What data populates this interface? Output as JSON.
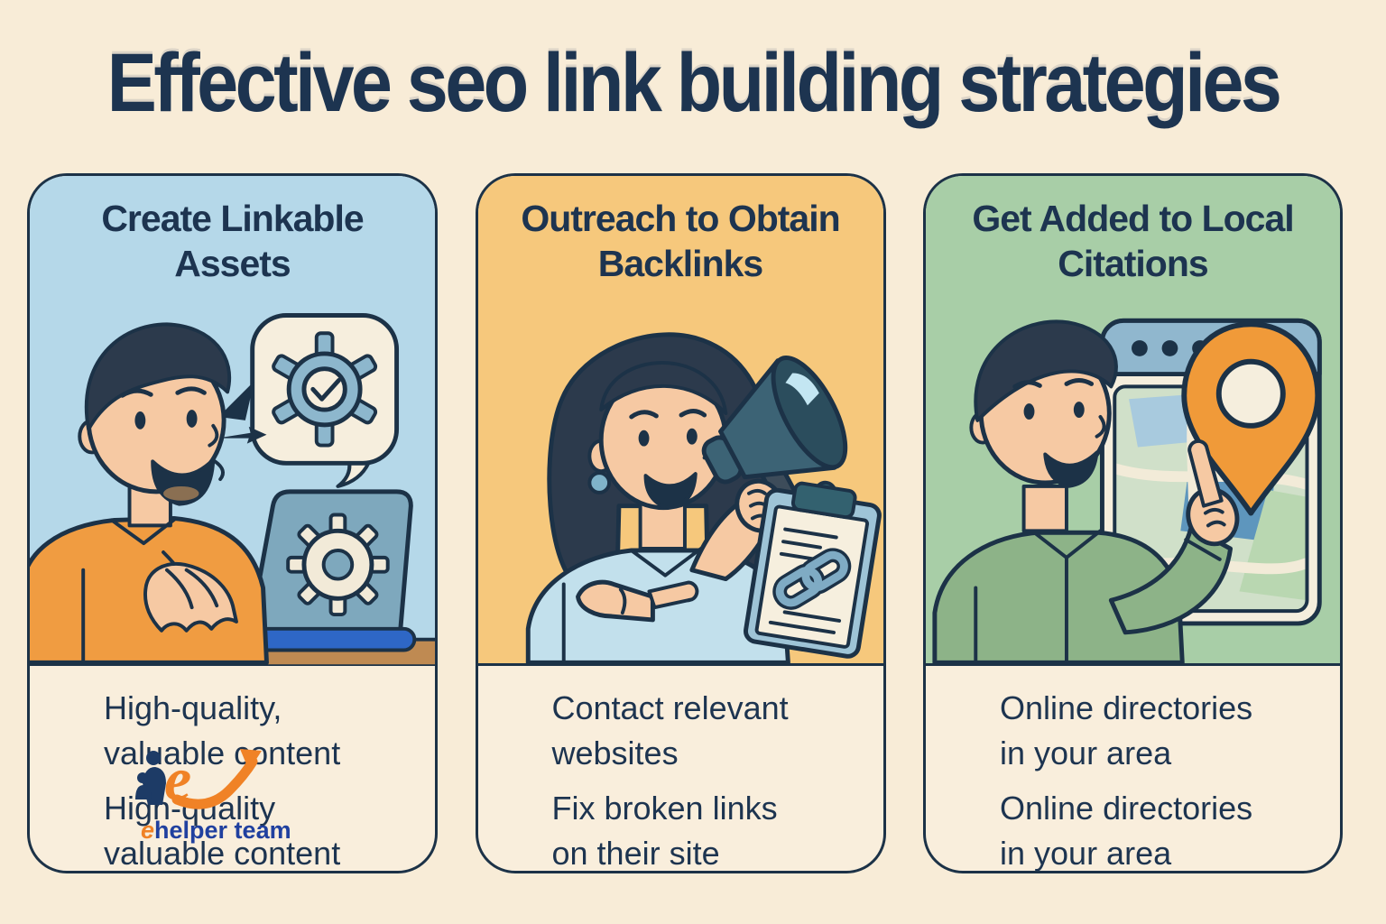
{
  "title": "Effective seo link building strategies",
  "colors": {
    "page_bg": "#f8ecd7",
    "text_navy": "#1d3450",
    "card_border": "#1c3247",
    "card_bottom_bg": "#f9eedc",
    "card1_bg": "#b5d8e9",
    "card2_bg": "#f6c87c",
    "card3_bg": "#a8cea7",
    "pin_orange": "#f09a39",
    "watermark_orange": "#f08226",
    "watermark_blue": "#20409f"
  },
  "cards": [
    {
      "title": "Create Linkable Assets",
      "bg_color": "#b5d8e9",
      "illustration": "man typing on laptop with gear speech bubble and checkmark gear",
      "points": [
        [
          "High-quality,",
          "valuable content"
        ],
        [
          "High-quality",
          "valuable content"
        ]
      ]
    },
    {
      "title": "Outreach to Obtain Backlinks",
      "bg_color": "#f6c87c",
      "illustration": "woman speaking into megaphone pointing at clipboard with link icon",
      "points": [
        [
          "Contact relevant",
          "websites"
        ],
        [
          "Fix broken links",
          "on their site"
        ]
      ]
    },
    {
      "title": "Get Added to Local Citations",
      "bg_color": "#a8cea7",
      "illustration": "man pointing at browser map window with orange location pin",
      "points": [
        [
          "Online directories",
          "in your area"
        ],
        [
          "Online directories",
          "in your area"
        ]
      ]
    }
  ],
  "watermark": {
    "brand_e": "e",
    "brand_rest": "helper team"
  }
}
